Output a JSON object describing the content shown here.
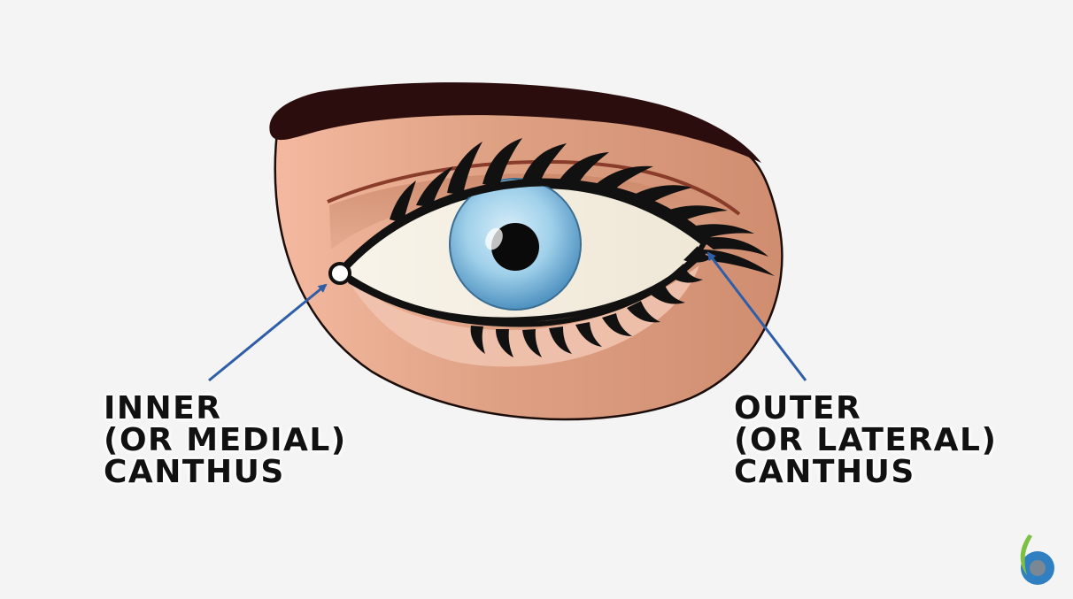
{
  "labels": {
    "inner": [
      "INNER",
      "(OR MEDIAL)",
      "CANTHUS"
    ],
    "outer": [
      "OUTER",
      "(OR LATERAL)",
      "CANTHUS"
    ]
  },
  "colors": {
    "background": "#f4f4f4",
    "skin": "#d9987a",
    "skin_light": "#f0c3ad",
    "eyebrow": "#2a0d0c",
    "eyelash": "#111111",
    "sclera": "#f7f1e4",
    "iris": "#8ec6e3",
    "pupil": "#0a0a0a",
    "arrow": "#2f5ea8",
    "logo_green": "#7cc143",
    "logo_blue": "#2f7fc1"
  },
  "icons": [
    "logo-icon"
  ]
}
